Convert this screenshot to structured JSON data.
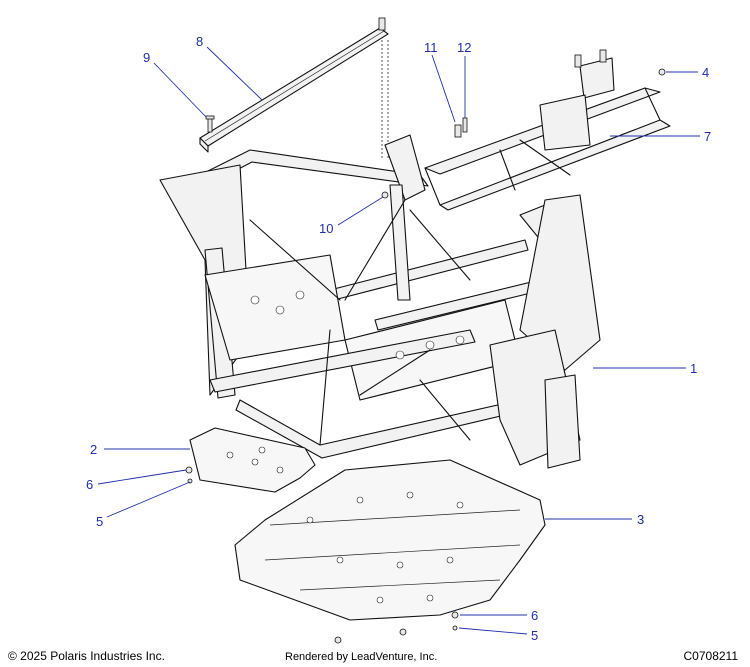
{
  "diagram": {
    "callouts": [
      "1",
      "2",
      "3",
      "4",
      "5",
      "6",
      "7",
      "8",
      "9",
      "10",
      "11",
      "12",
      "6",
      "5"
    ]
  },
  "footer": {
    "copyright": "© 2025 Polaris Industries Inc.",
    "rendered_by": "Rendered by LeadVenture, Inc.",
    "diagram_code": "C0708211"
  },
  "colors": {
    "callout": "#1f2fa8",
    "line_art": "#111111",
    "background": "#ffffff"
  }
}
